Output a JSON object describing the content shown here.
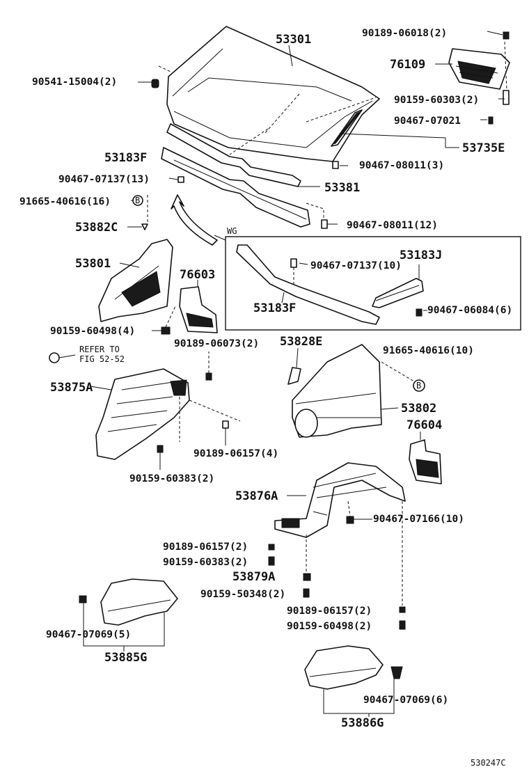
{
  "labels": {
    "p53301": "53301",
    "p90189_06018": "90189-06018(2)",
    "p76109": "76109",
    "p90541_15004": "90541-15004(2)",
    "p90159_60303": "90159-60303(2)",
    "p90467_07021": "90467-07021",
    "p53735E": "53735E",
    "p53183F_top": "53183F",
    "p90467_08011_3": "90467-08011(3)",
    "p90467_07137_13": "90467-07137(13)",
    "p53381": "53381",
    "p91665_40616_16": "91665-40616(16)",
    "b_marker_1": "B",
    "p90467_08011_12": "90467-08011(12)",
    "p53882C": "53882C",
    "wg": "WG",
    "p53183J": "53183J",
    "p53801": "53801",
    "p90467_07137_10": "90467-07137(10)",
    "p76603": "76603",
    "p53183F_box": "53183F",
    "p90467_06084": "90467-06084(6)",
    "p90159_60498_4": "90159-60498(4)",
    "p90189_06073": "90189-06073(2)",
    "p53828E": "53828E",
    "refer_to": "REFER TO",
    "fig": "FIG 52-52",
    "p91665_40616_10": "91665-40616(10)",
    "p53875A": "53875A",
    "b_marker_2": "B",
    "p53802": "53802",
    "p76604": "76604",
    "p90189_06157_4": "90189-06157(4)",
    "p90159_60383_2a": "90159-60383(2)",
    "p53876A": "53876A",
    "p90467_07166": "90467-07166(10)",
    "p90189_06157_2a": "90189-06157(2)",
    "p90159_60383_2b": "90159-60383(2)",
    "p53879A": "53879A",
    "p90159_50348": "90159-50348(2)",
    "p90189_06157_2b": "90189-06157(2)",
    "p90159_60498_2": "90159-60498(2)",
    "p90467_07069_5": "90467-07069(5)",
    "p53885G": "53885G",
    "p90467_07069_6": "90467-07069(6)",
    "p53886G": "53886G",
    "diagram_id": "530247C"
  }
}
